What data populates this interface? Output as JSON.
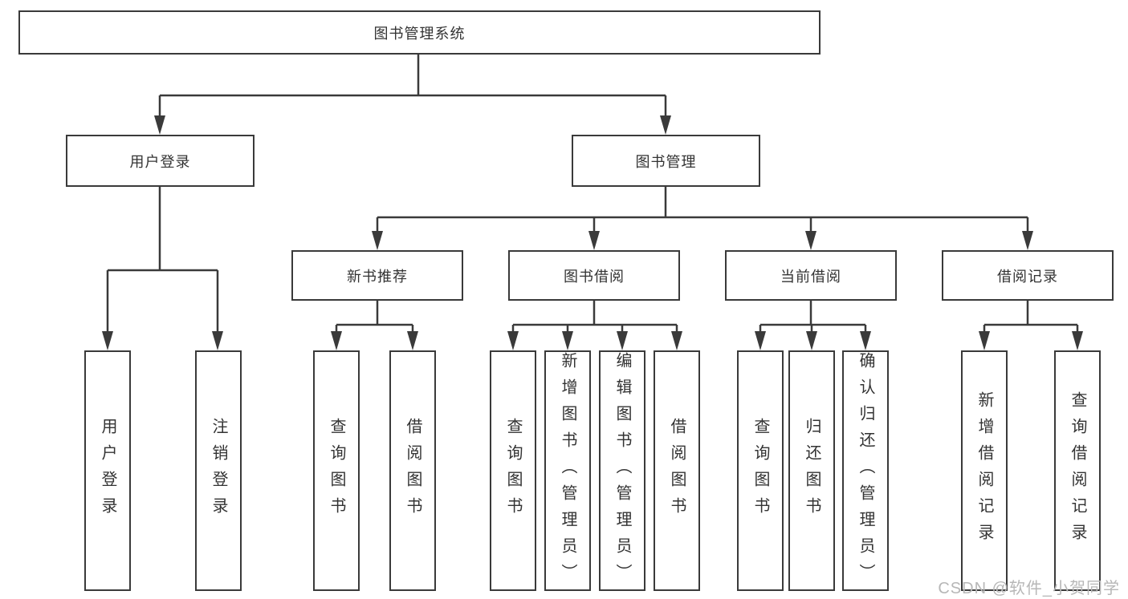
{
  "colors": {
    "line": "#3a3a3a",
    "text": "#333333",
    "box-bg": "#ffffff",
    "background": "#ffffff",
    "watermark": "#b7b7b7"
  },
  "diagram": {
    "root": {
      "label": "图书管理系统"
    },
    "level1": [
      {
        "label": "用户登录"
      },
      {
        "label": "图书管理"
      }
    ],
    "level2": [
      {
        "label": "新书推荐",
        "parent": "图书管理"
      },
      {
        "label": "图书借阅",
        "parent": "图书管理"
      },
      {
        "label": "当前借阅",
        "parent": "图书管理"
      },
      {
        "label": "借阅记录",
        "parent": "图书管理"
      }
    ],
    "leaves": [
      {
        "label": "用户登录",
        "parent": "用户登录"
      },
      {
        "label": "注销登录",
        "parent": "用户登录"
      },
      {
        "label": "查询图书",
        "parent": "新书推荐"
      },
      {
        "label": "借阅图书",
        "parent": "新书推荐"
      },
      {
        "label": "查询图书",
        "parent": "图书借阅"
      },
      {
        "label": "新增图书（管理员）",
        "parent": "图书借阅"
      },
      {
        "label": "编辑图书（管理员）",
        "parent": "图书借阅"
      },
      {
        "label": "借阅图书",
        "parent": "图书借阅"
      },
      {
        "label": "查询图书",
        "parent": "当前借阅"
      },
      {
        "label": "归还图书",
        "parent": "当前借阅"
      },
      {
        "label": "确认归还（管理员）",
        "parent": "当前借阅"
      },
      {
        "label": "新增借阅记录",
        "parent": "借阅记录"
      },
      {
        "label": "查询借阅记录",
        "parent": "借阅记录"
      }
    ]
  },
  "watermark": {
    "text": "CSDN @软件_小贺同学"
  }
}
